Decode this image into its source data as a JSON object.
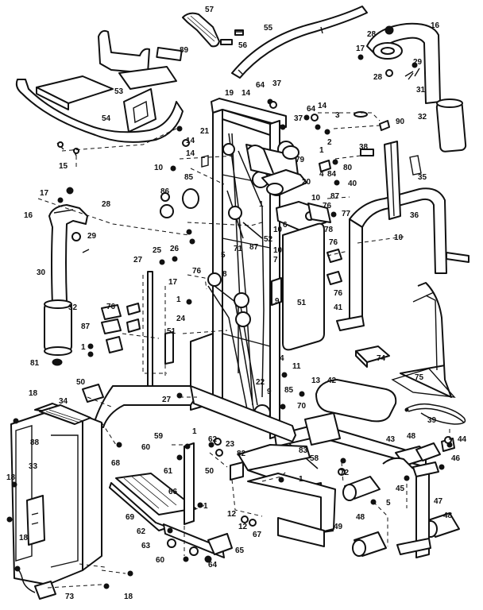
{
  "callouts": {
    "n1": "1",
    "n2": "2",
    "n3": "3",
    "n4": "4",
    "n5": "5",
    "n6": "6",
    "n7": "7",
    "n8": "8",
    "n9": "9",
    "n10": "10",
    "n11": "11",
    "n12": "12",
    "n13": "13",
    "n14": "14",
    "n15": "15",
    "n16": "16",
    "n17": "17",
    "n18": "18",
    "n19": "19",
    "n20": "20",
    "n21": "21",
    "n22": "22",
    "n23": "23",
    "n24": "24",
    "n25": "25",
    "n26": "26",
    "n27": "27",
    "n28": "28",
    "n29": "29",
    "n30": "30",
    "n31": "31",
    "n32": "32",
    "n33": "33",
    "n34": "34",
    "n35": "35",
    "n36": "36",
    "n37": "37",
    "n38": "38",
    "n39": "39",
    "n40": "40",
    "n41": "41",
    "n42": "42",
    "n43": "43",
    "n44": "44",
    "n45": "45",
    "n46": "46",
    "n47": "47",
    "n48": "48",
    "n49": "49",
    "n50": "50",
    "n51": "51",
    "n52": "52",
    "n53": "53",
    "n54": "54",
    "n55": "55",
    "n56": "56",
    "n57": "57",
    "n58": "58",
    "n59": "59",
    "n60": "60",
    "n61": "61",
    "n62": "62",
    "n63": "63",
    "n64": "64",
    "n65": "65",
    "n66": "66",
    "n67": "67",
    "n68": "68",
    "n69": "69",
    "n70": "70",
    "n71": "71",
    "n72": "72",
    "n73": "73",
    "n74": "74",
    "n75": "75",
    "n76": "76",
    "n77": "77",
    "n78": "78",
    "n79": "79",
    "n80": "80",
    "n81": "81",
    "n82": "82",
    "n83": "83",
    "n84": "84",
    "n85": "85",
    "n86": "86",
    "n87": "87",
    "n88": "88",
    "n89": "89",
    "n90": "90"
  }
}
